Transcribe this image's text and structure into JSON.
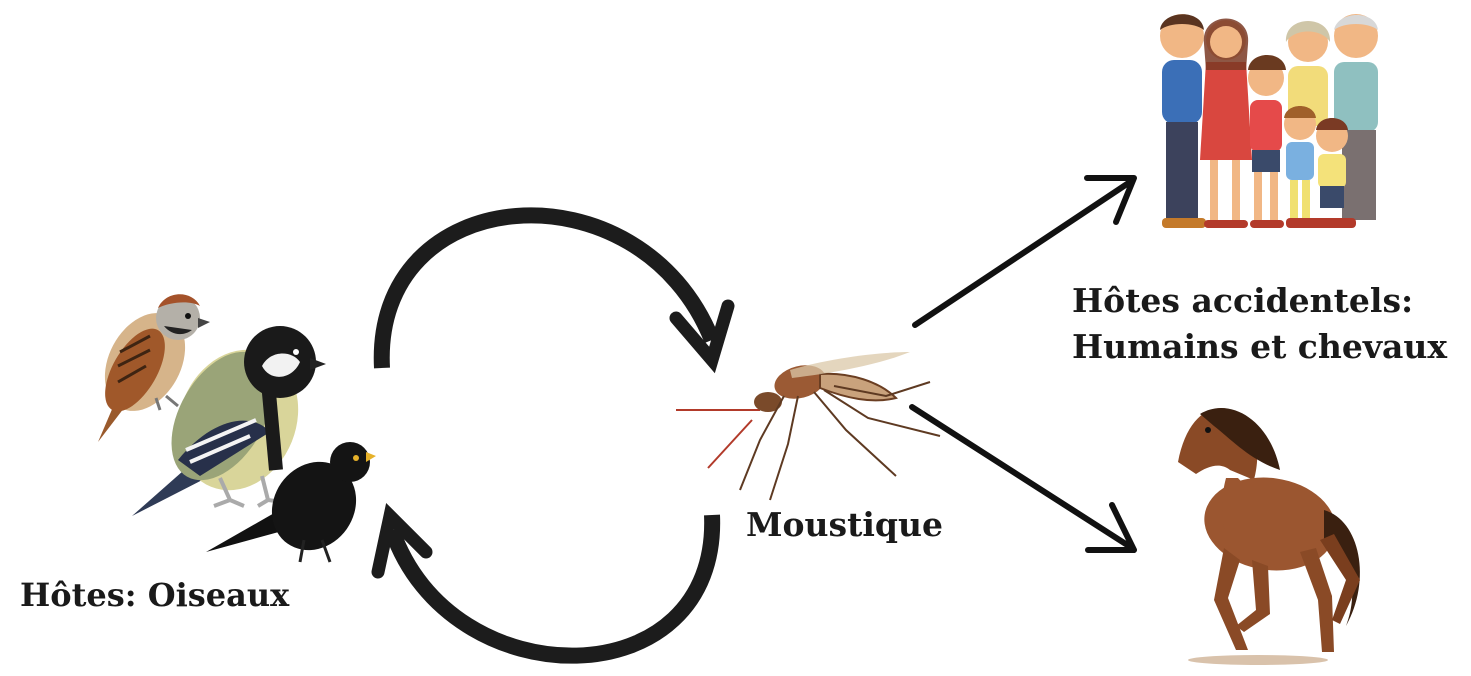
{
  "labels": {
    "birds": "Hôtes: Oiseaux",
    "mosquito": "Moustique",
    "accidental_line1": "Hôtes accidentels:",
    "accidental_line2": "Humains et chevaux"
  },
  "illustrations": {
    "birds": [
      "sparrow",
      "great-tit",
      "blackbird"
    ],
    "mosquito": "mosquito",
    "humans": "family-group",
    "horse": "horse"
  },
  "colors": {
    "arrow": "#1c1c1c",
    "text": "#1a1a1a"
  }
}
